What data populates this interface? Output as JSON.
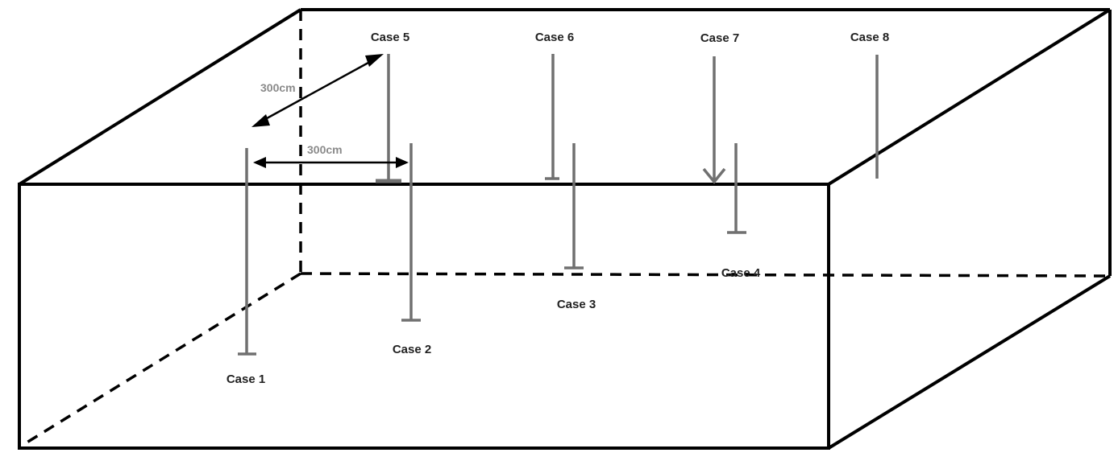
{
  "colors": {
    "box_edge": "#000000",
    "pile": "#707070",
    "dimension_text": "#8a8a8a",
    "label_text": "#222222"
  },
  "dimensions": [
    {
      "label": "300cm"
    },
    {
      "label": "300cm"
    }
  ],
  "cases": [
    {
      "label": "Case 1"
    },
    {
      "label": "Case 2"
    },
    {
      "label": "Case 3"
    },
    {
      "label": "Case 4"
    },
    {
      "label": "Case 5"
    },
    {
      "label": "Case 6"
    },
    {
      "label": "Case 7"
    },
    {
      "label": "Case 8"
    }
  ]
}
